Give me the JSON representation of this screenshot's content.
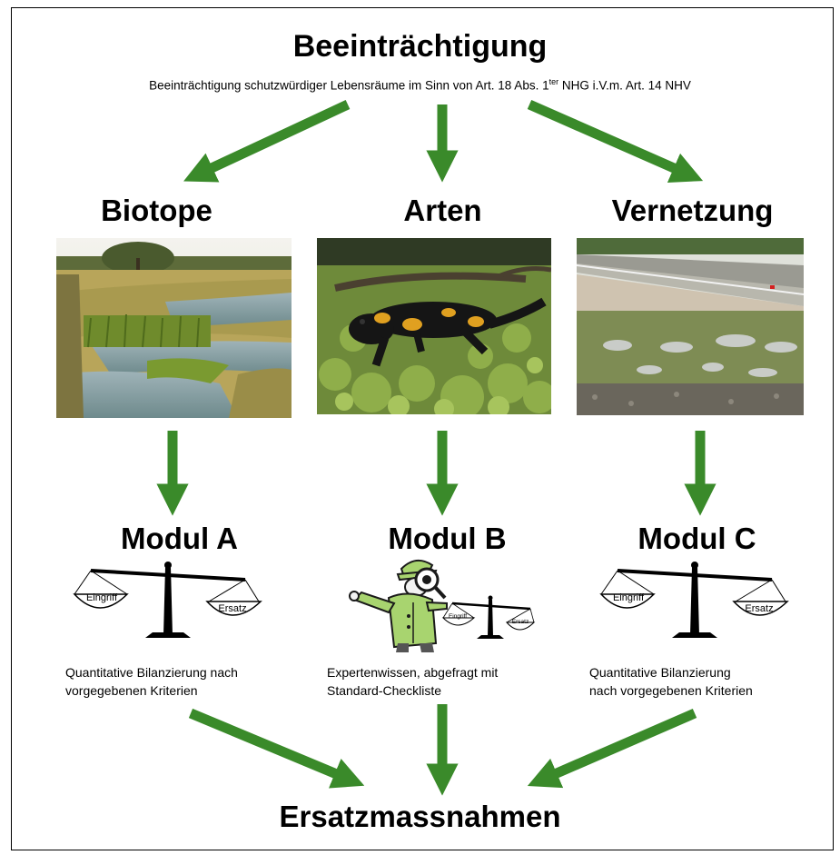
{
  "header": {
    "title": "Beeinträchtigung",
    "subtitle_pre": "Beeinträchtigung schutzwürdiger Lebensräume im Sinn von Art. 18 Abs. 1",
    "subtitle_sup": "ter",
    "subtitle_post": " NHG i.V.m. Art. 14 NHV"
  },
  "columns": [
    {
      "title": "Biotope",
      "photo_icon": "wetland-photo",
      "module": "Modul A",
      "desc": "Quantitative Bilanzierung nach\nvorgegebenen Kriterien"
    },
    {
      "title": "Arten",
      "photo_icon": "salamander-photo",
      "module": "Modul B",
      "desc": "Expertenwissen, abgefragt mit\nStandard-Checkliste"
    },
    {
      "title": "Vernetzung",
      "photo_icon": "road-pond-photo",
      "module": "Modul C",
      "desc": "Quantitative Bilanzierung\nnach vorgegebenen Kriterien"
    }
  ],
  "scale": {
    "left_pan": "Eingriff",
    "right_pan": "Ersatz"
  },
  "footer": {
    "title": "Ersatzmassnahmen"
  },
  "colors": {
    "arrow": "#3a8a2a",
    "detective_coat": "#a8d46f"
  }
}
